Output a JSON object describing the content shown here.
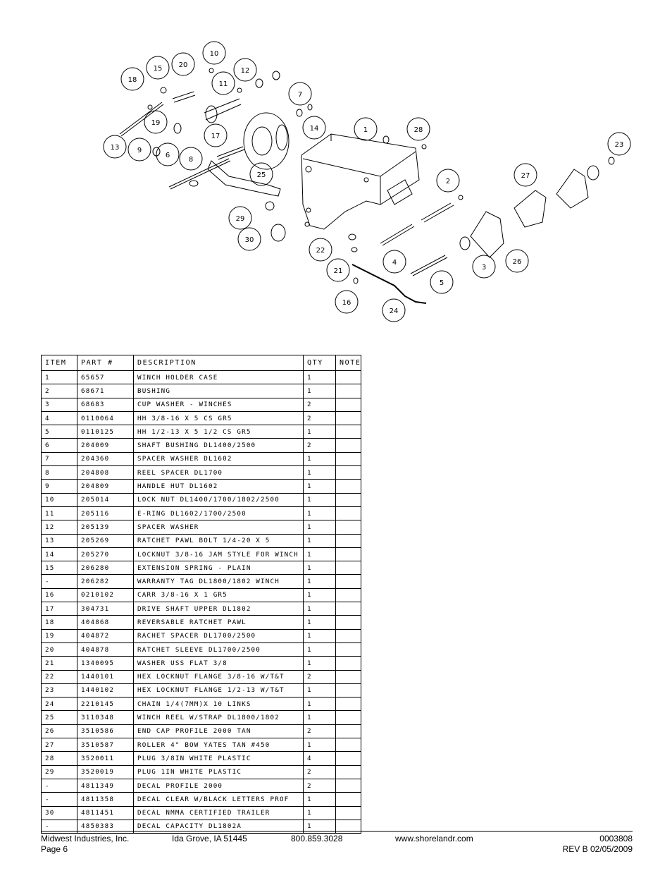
{
  "diagram": {
    "callouts": [
      "1",
      "2",
      "3",
      "4",
      "5",
      "6",
      "7",
      "8",
      "9",
      "10",
      "11",
      "12",
      "13",
      "14",
      "15",
      "16",
      "17",
      "18",
      "19",
      "20",
      "21",
      "22",
      "23",
      "24",
      "25",
      "26",
      "27",
      "28",
      "29",
      "30"
    ]
  },
  "table": {
    "headers": [
      "ITEM",
      "PART #",
      "DESCRIPTION",
      "QTY",
      "NOTE"
    ],
    "rows": [
      [
        "1",
        "65657",
        "WINCH HOLDER CASE",
        "1",
        ""
      ],
      [
        "2",
        "68671",
        "BUSHING",
        "1",
        ""
      ],
      [
        "3",
        "68683",
        "CUP WASHER - WINCHES",
        "2",
        ""
      ],
      [
        "4",
        "0110064",
        "HH 3/8-16 X 5 CS GR5",
        "2",
        ""
      ],
      [
        "5",
        "0110125",
        "HH 1/2-13 X 5 1/2 CS GR5",
        "1",
        ""
      ],
      [
        "6",
        "204009",
        "SHAFT BUSHING  DL1400/2500",
        "2",
        ""
      ],
      [
        "7",
        "204360",
        "SPACER WASHER  DL1602",
        "1",
        ""
      ],
      [
        "8",
        "204808",
        "REEL SPACER  DL1700",
        "1",
        ""
      ],
      [
        "9",
        "204809",
        "HANDLE HUT  DL1602",
        "1",
        ""
      ],
      [
        "10",
        "205014",
        "LOCK NUT  DL1400/1700/1802/2500",
        "1",
        ""
      ],
      [
        "11",
        "205116",
        "E-RING DL1602/1700/2500",
        "1",
        ""
      ],
      [
        "12",
        "205139",
        "SPACER WASHER",
        "1",
        ""
      ],
      [
        "13",
        "205269",
        "RATCHET PAWL BOLT 1/4-20 X 5",
        "1",
        ""
      ],
      [
        "14",
        "205270",
        "LOCKNUT 3/8-16 JAM STYLE FOR WINCH",
        "1",
        ""
      ],
      [
        "15",
        "206280",
        "EXTENSION SPRING - PLAIN",
        "1",
        ""
      ],
      [
        "-",
        "206282",
        "WARRANTY TAG DL1800/1802 WINCH",
        "1",
        ""
      ],
      [
        "16",
        "0210102",
        "CARR 3/8-16 X 1 GR5",
        "1",
        ""
      ],
      [
        "17",
        "304731",
        "DRIVE SHAFT UPPER  DL1802",
        "1",
        ""
      ],
      [
        "18",
        "404868",
        "REVERSABLE RATCHET PAWL",
        "1",
        ""
      ],
      [
        "19",
        "404872",
        "RACHET SPACER  DL1700/2500",
        "1",
        ""
      ],
      [
        "20",
        "404878",
        "RATCHET SLEEVE  DL1700/2500",
        "1",
        ""
      ],
      [
        "21",
        "1340095",
        "WASHER USS FLAT 3/8",
        "1",
        ""
      ],
      [
        "22",
        "1440101",
        "HEX LOCKNUT FLANGE 3/8-16 W/T&T",
        "2",
        ""
      ],
      [
        "23",
        "1440102",
        "HEX LOCKNUT FLANGE 1/2-13 W/T&T",
        "1",
        ""
      ],
      [
        "24",
        "2210145",
        "CHAIN 1/4(7MM)X 10 LINKS",
        "1",
        ""
      ],
      [
        "25",
        "3110348",
        "WINCH REEL W/STRAP  DL1800/1802",
        "1",
        ""
      ],
      [
        "26",
        "3510586",
        "END CAP PROFILE 2000 TAN",
        "2",
        ""
      ],
      [
        "27",
        "3510587",
        "ROLLER 4\" BOW YATES TAN #450",
        "1",
        ""
      ],
      [
        "28",
        "3520011",
        "PLUG  3/8IN WHITE PLASTIC",
        "4",
        ""
      ],
      [
        "29",
        "3520019",
        "PLUG  1IN WHITE PLASTIC",
        "2",
        ""
      ],
      [
        "-",
        "4811349",
        "DECAL PROFILE 2000",
        "2",
        ""
      ],
      [
        "-",
        "4811358",
        "DECAL CLEAR W/BLACK LETTERS PROF",
        "1",
        ""
      ],
      [
        "30",
        "4811451",
        "DECAL NMMA CERTIFIED TRAILER",
        "1",
        ""
      ],
      [
        "-",
        "4850383",
        "DECAL CAPACITY DL1802A",
        "1",
        ""
      ]
    ]
  },
  "footer": {
    "company": "Midwest Industries, Inc.",
    "page": "Page 6",
    "city": "Ida Grove, IA 51445",
    "phone": "800.859.3028",
    "website": "www.shorelandr.com",
    "doc_number": "0003808",
    "revision": "REV B  02/05/2009"
  }
}
